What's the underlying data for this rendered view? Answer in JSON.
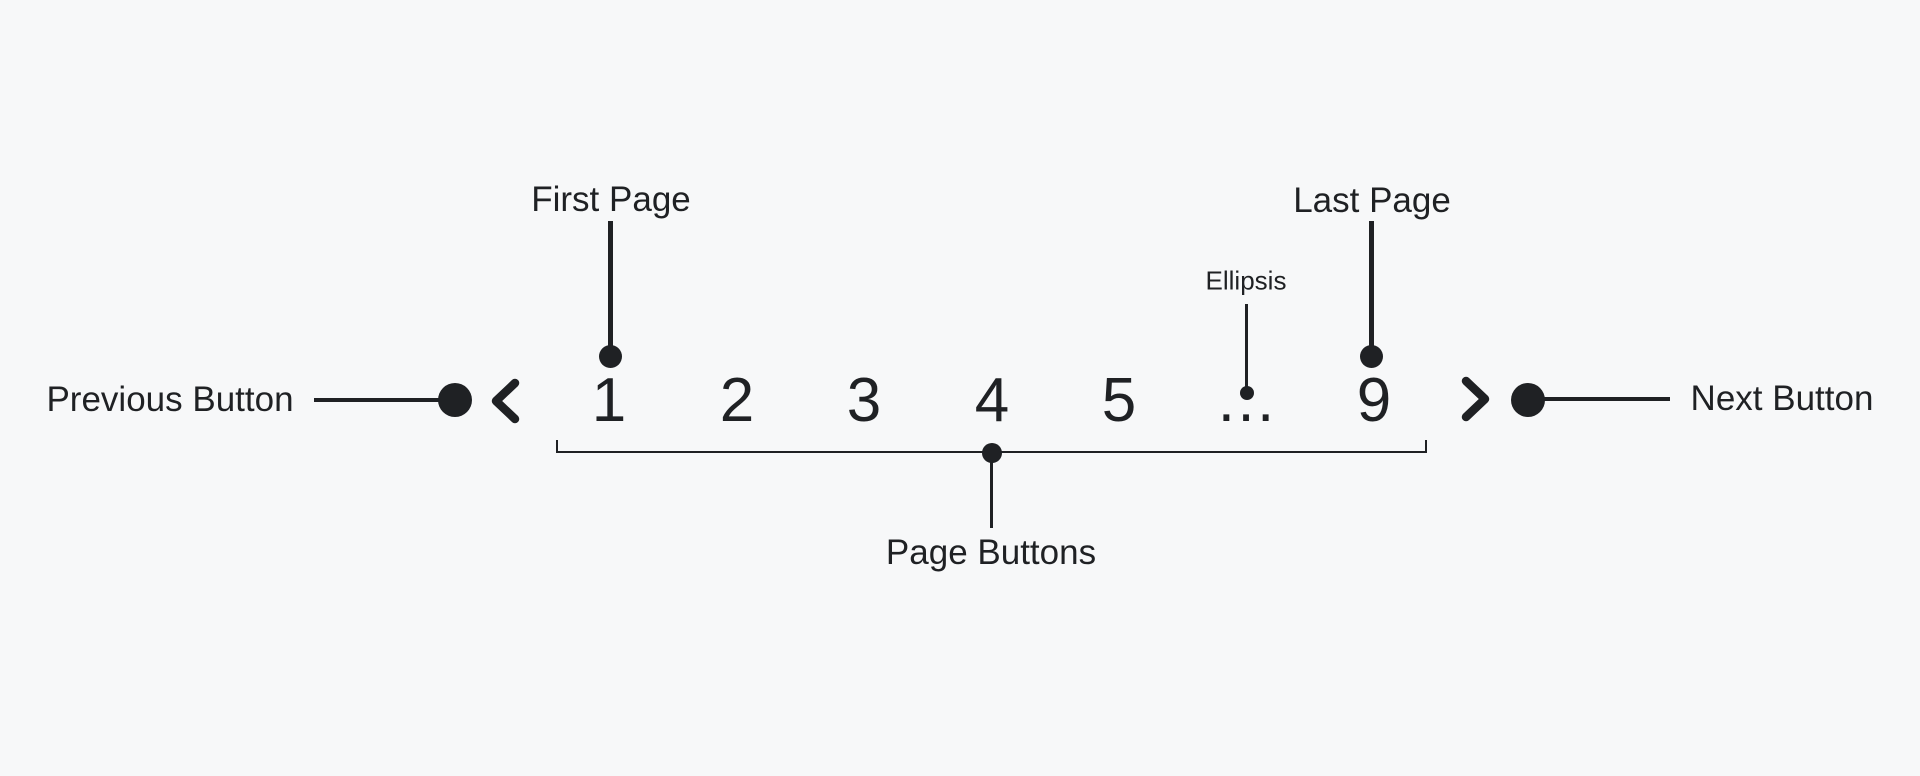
{
  "colors": {
    "ink": "#1f2124",
    "background": "#f7f8f9"
  },
  "pagination": {
    "pages": [
      "1",
      "2",
      "3",
      "4",
      "5",
      "…",
      "9"
    ],
    "icons": {
      "previous": "chevron-left",
      "next": "chevron-right"
    }
  },
  "annotations": {
    "previous_button": "Previous Button",
    "next_button": "Next Button",
    "first_page": "First Page",
    "last_page": "Last Page",
    "ellipsis": "Ellipsis",
    "page_buttons": "Page Buttons"
  }
}
